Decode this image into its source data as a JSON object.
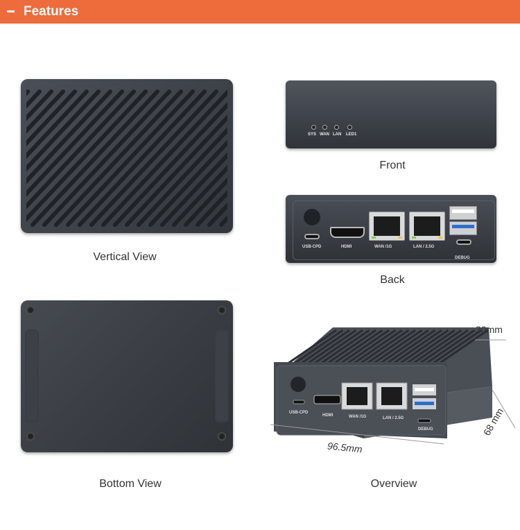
{
  "header": {
    "title": "Features"
  },
  "captions": {
    "vertical": "Vertical View",
    "front": "Front",
    "back": "Back",
    "bottom": "Bottom View",
    "overview": "Overview"
  },
  "front_panel": {
    "leds": [
      "SYS",
      "WAN",
      "LAN",
      "LED1"
    ]
  },
  "back_panel": {
    "usb_cpd": "USB-CPD",
    "hdmi": "HDMI",
    "wan": "WAN /1G",
    "lan": "LAN / 2.5G",
    "debug": "DEBUG"
  },
  "dimensions": {
    "height": "30mm",
    "width": "96.5mm",
    "depth": "68 mm"
  },
  "colors": {
    "header_bg": "#ee6b3b",
    "device": "#3a3e44",
    "usb3_blue": "#2a6fd6"
  }
}
